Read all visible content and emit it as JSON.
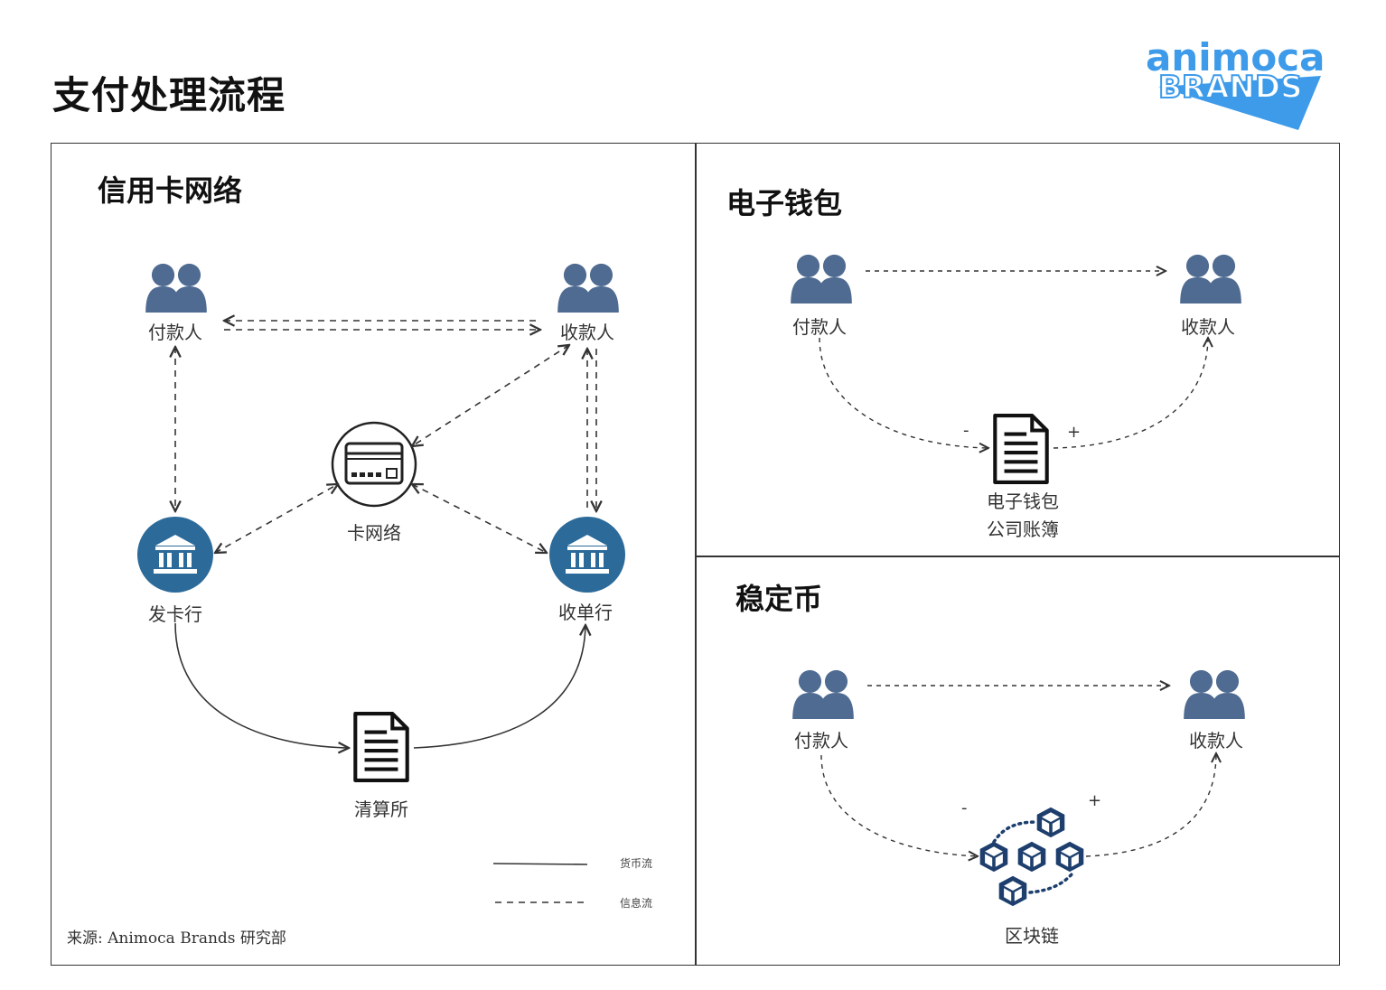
{
  "page": {
    "title": "支付处理流程"
  },
  "logo": {
    "line1": "animoca",
    "line2": "BRANDS"
  },
  "colors": {
    "bank": "#2c6a99",
    "people": "#4f6b92",
    "blockchain": "#1e3f6e",
    "border": "#333333"
  },
  "credit_card": {
    "title": "信用卡网络",
    "payer": "付款人",
    "payee": "收款人",
    "network": "卡网络",
    "issuer": "发卡行",
    "acquirer": "收单行",
    "clearing": "清算所",
    "legend_money": "货币流",
    "legend_info": "信息流",
    "source": "来源: Animoca Brands 研究部"
  },
  "ewallet": {
    "title": "电子钱包",
    "payer": "付款人",
    "payee": "收款人",
    "ledger_line1": "电子钱包",
    "ledger_line2": "公司账簿",
    "minus": "-",
    "plus": "+"
  },
  "stablecoin": {
    "title": "稳定币",
    "payer": "付款人",
    "payee": "收款人",
    "chain": "区块链",
    "minus": "-",
    "plus": "+"
  }
}
